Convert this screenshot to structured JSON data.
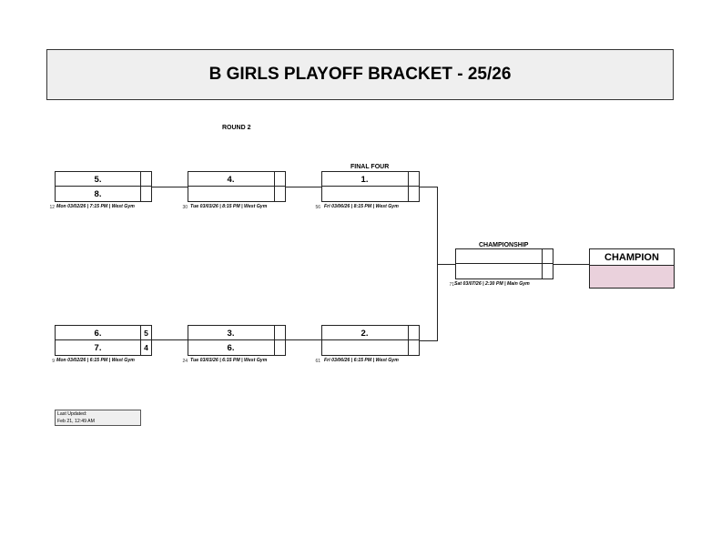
{
  "title": "B GIRLS PLAYOFF BRACKET - 25/26",
  "round_labels": {
    "round2": "ROUND 2",
    "final_four": "FINAL FOUR",
    "championship": "CHAMPIONSHIP"
  },
  "games": {
    "r1_top": {
      "team1": "5.",
      "score1": "",
      "team2": "8.",
      "score2": "",
      "info": "Mon 03/02/26 | 7:15 PM | West Gym",
      "game_no": "12"
    },
    "r1_bot": {
      "team1": "6.",
      "score1": "5",
      "team2": "7.",
      "score2": "4",
      "info": "Mon 03/02/26 | 6:15 PM | West Gym",
      "game_no": "9"
    },
    "r2_top": {
      "team1": "4.",
      "score1": "",
      "team2": "",
      "score2": "",
      "info": "Tue 03/03/26 | 8:15 PM | West Gym",
      "game_no": "30"
    },
    "r2_bot": {
      "team1": "3.",
      "score1": "",
      "team2": "6.",
      "score2": "",
      "info": "Tue 03/03/26 | 6:15 PM | West Gym",
      "game_no": "24"
    },
    "ff_top": {
      "team1": "1.",
      "score1": "",
      "team2": "",
      "score2": "",
      "info": "Fri 03/06/26 | 8:15 PM | West Gym",
      "game_no": "56"
    },
    "ff_bot": {
      "team1": "2.",
      "score1": "",
      "team2": "",
      "score2": "",
      "info": "Fri 03/06/26 | 6:15 PM | West Gym",
      "game_no": "61"
    },
    "champ": {
      "team1": "",
      "score1": "",
      "team2": "",
      "score2": "",
      "info": "Sat 03/07/26 | 2:30 PM | Main Gym",
      "game_no": "71"
    }
  },
  "champion": {
    "label": "CHAMPION",
    "winner": ""
  },
  "last_updated": {
    "label": "Last Updated:",
    "value": "Feb 21, 12:49 AM"
  },
  "colors": {
    "champion_fill": "#ead1dc",
    "title_fill": "#efefef"
  }
}
